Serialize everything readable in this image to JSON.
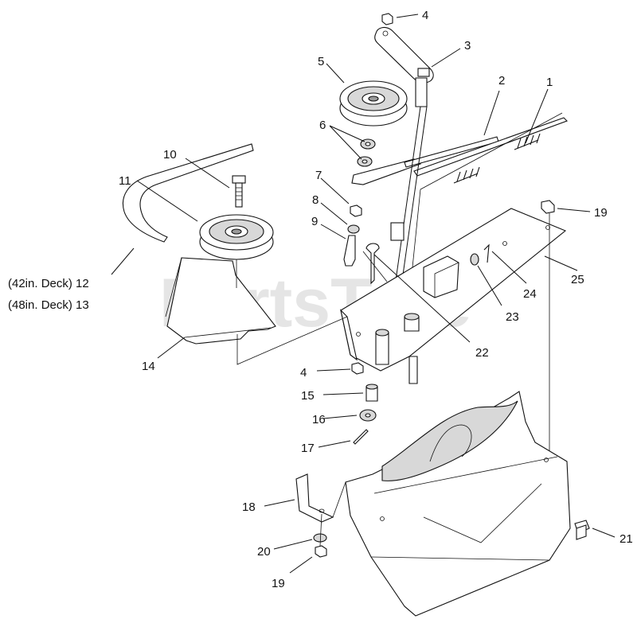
{
  "watermark": {
    "text": "PartsTree",
    "trademark": "TM"
  },
  "callouts": {
    "c1": "1",
    "c2": "2",
    "c3": "3",
    "c4_top": "4",
    "c4_bottom": "4",
    "c5": "5",
    "c6": "6",
    "c7": "7",
    "c8": "8",
    "c9": "9",
    "c10": "10",
    "c11": "11",
    "c12": "(42in. Deck) 12",
    "c13": "(48in. Deck) 13",
    "c14": "14",
    "c15": "15",
    "c16": "16",
    "c17": "17",
    "c18": "18",
    "c19_top": "19",
    "c19_bottom": "19",
    "c20": "20",
    "c21": "21",
    "c22": "22",
    "c23": "23",
    "c24": "24",
    "c25": "25"
  }
}
